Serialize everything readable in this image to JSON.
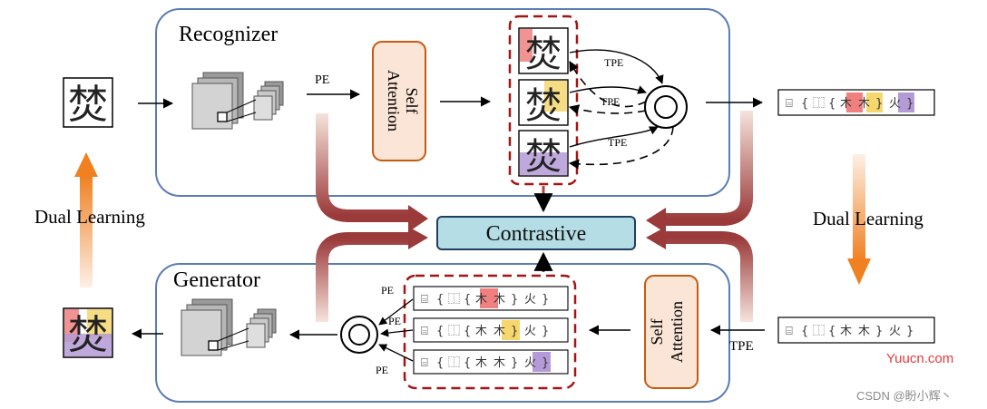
{
  "recognizer": {
    "title": "Recognizer",
    "pe_label": "PE",
    "self_attention": [
      "Self",
      "Attention"
    ],
    "tpe_labels": [
      "TPE",
      "TPE",
      "TPE"
    ],
    "input_glyph": "焚",
    "sequence_top": [
      "⌸",
      "{",
      "⿰",
      "{",
      "木",
      "木",
      "}",
      "火",
      "}"
    ]
  },
  "generator": {
    "title": "Generator",
    "pe_labels": [
      "PE",
      "PE",
      "PE"
    ],
    "self_attention": [
      "Self",
      "Attention"
    ],
    "tpe_label": "TPE",
    "sequence_input": [
      "⌸",
      "{",
      "⿰",
      "{",
      "木",
      "木",
      "}",
      "火",
      "}"
    ],
    "output_glyph": "焚"
  },
  "center": {
    "contrastive": "Contrastive"
  },
  "dual_learning": {
    "left": "Dual Learning",
    "right": "Dual Learning"
  },
  "glyph": "焚",
  "watermarks": {
    "site": "Yuucn.com",
    "csdn": "CSDN @盼小辉丶"
  },
  "colors": {
    "box_border": "#5b7db3",
    "attention_fill": "#fbe5d6",
    "attention_border": "#c55a11",
    "contrastive_fill": "#b4dde6",
    "red_dash": "#a31515",
    "highlight_red": "#f08080",
    "highlight_yellow": "#f5d76e",
    "highlight_purple": "#b49ad6",
    "orange_arrow": "#f08020"
  }
}
